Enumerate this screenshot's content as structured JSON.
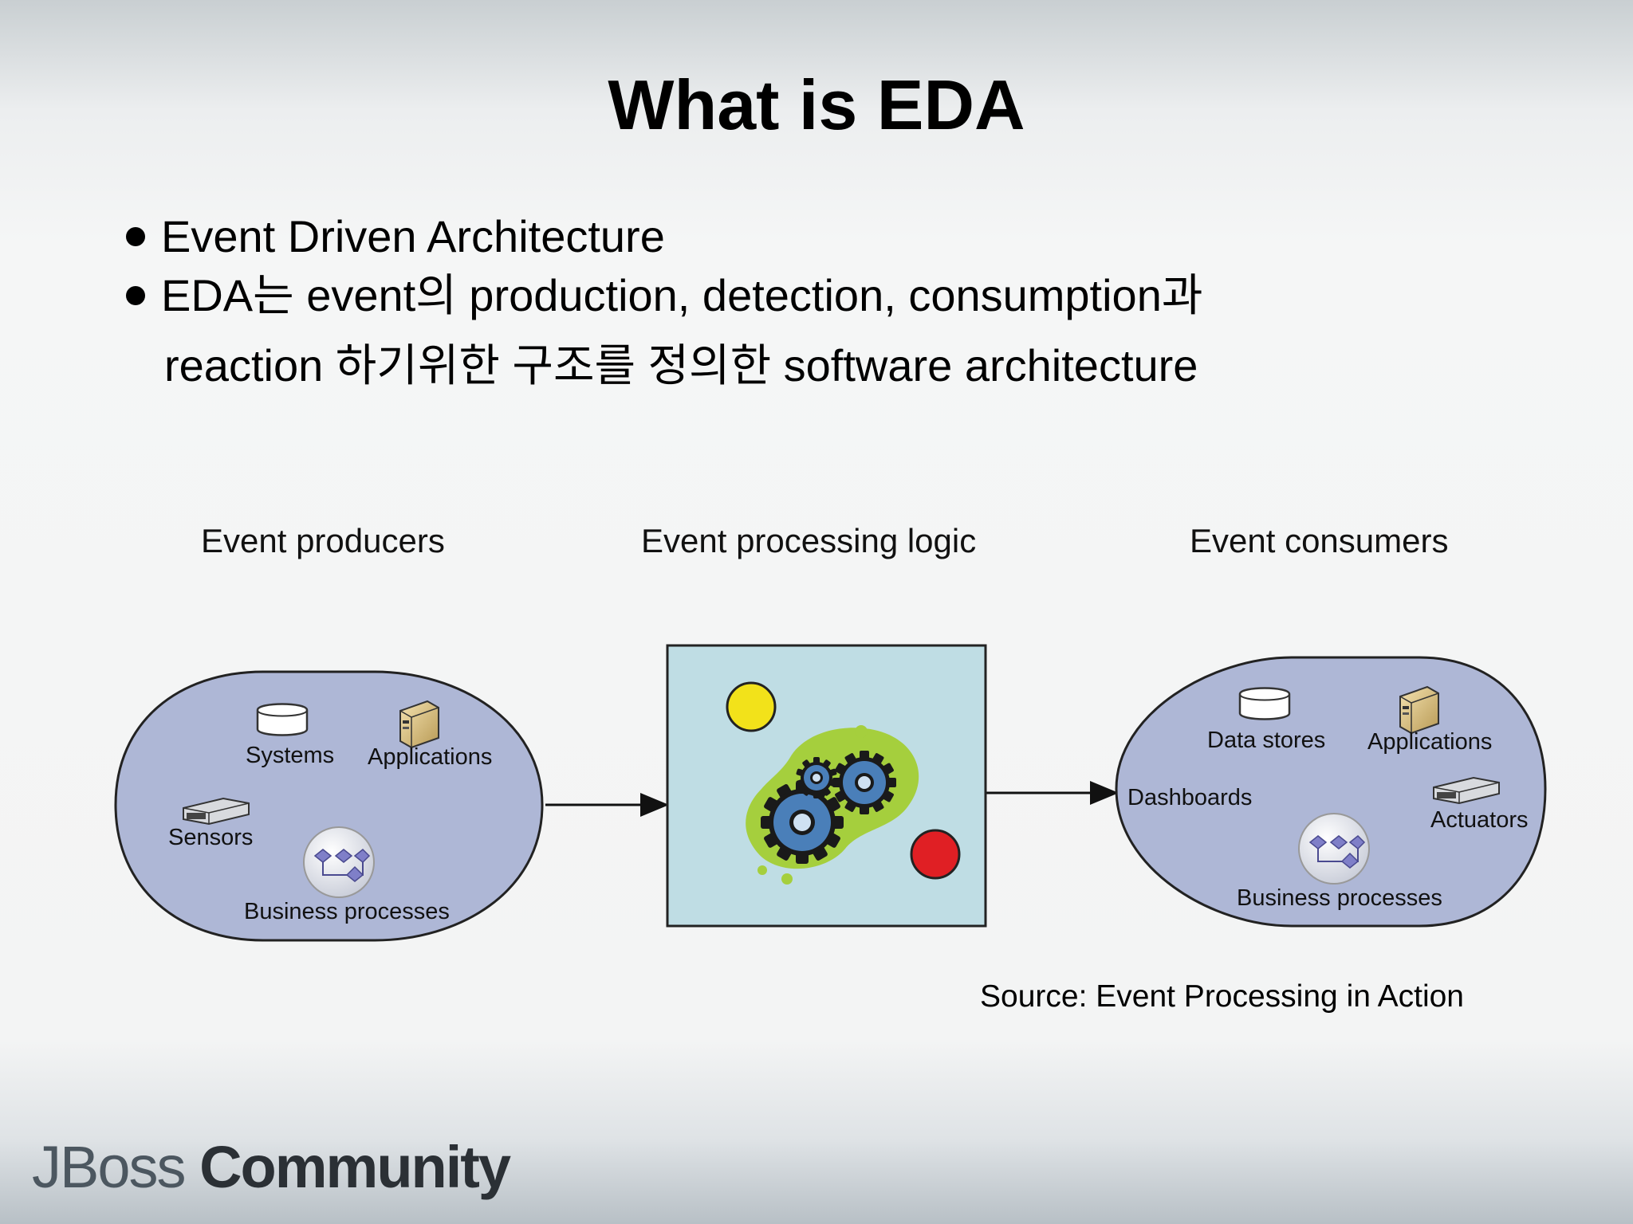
{
  "slide": {
    "title": "What is EDA",
    "bullets": [
      "Event Driven Architecture",
      "EDA는 event의 production, detection, consumption과"
    ],
    "bullet_continuation": "reaction 하기위한 구조를 정의한 software architecture"
  },
  "diagram": {
    "producers": {
      "heading": "Event producers",
      "items": [
        "Systems",
        "Applications",
        "Sensors",
        "Business processes"
      ]
    },
    "processing": {
      "heading": "Event processing logic"
    },
    "consumers": {
      "heading": "Event consumers",
      "items": [
        "Data stores",
        "Applications",
        "Dashboards",
        "Actuators",
        "Business processes"
      ]
    }
  },
  "source": "Source: Event Processing in Action",
  "logo": {
    "part1": "JBoss",
    "part2": "Community"
  },
  "colors": {
    "ellipse_fill": "#aeb7d6",
    "box_fill": "#bfdde4",
    "blob_green": "#a5cf3d",
    "yellow_dot": "#f2e21a",
    "red_dot": "#e01f24",
    "gear_blue": "#4a7fb9"
  },
  "icons": [
    "database-icon",
    "server-icon",
    "sensor-icon",
    "business-process-icon",
    "gear-icon",
    "arrow-icon"
  ]
}
